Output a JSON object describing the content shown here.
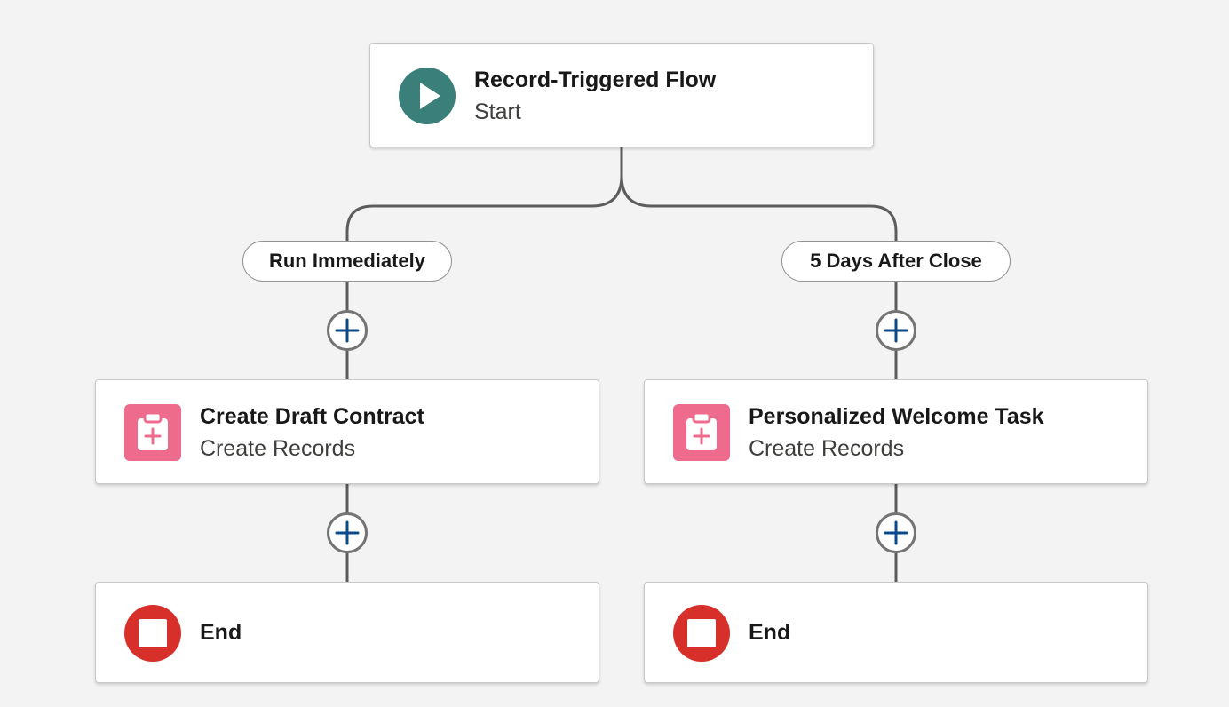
{
  "start": {
    "title": "Record-Triggered Flow",
    "subtitle": "Start",
    "icon": "play-icon",
    "color": "#3b7f7a"
  },
  "branches": [
    {
      "label": "Run Immediately",
      "element": {
        "title": "Create Draft Contract",
        "subtitle": "Create Records",
        "icon": "create-records-icon",
        "color": "#ee6b8e"
      },
      "end": {
        "title": "End",
        "icon": "stop-icon",
        "color": "#d7302b"
      }
    },
    {
      "label": "5 Days After Close",
      "element": {
        "title": "Personalized Welcome Task",
        "subtitle": "Create Records",
        "icon": "create-records-icon",
        "color": "#ee6b8e"
      },
      "end": {
        "title": "End",
        "icon": "stop-icon",
        "color": "#d7302b"
      }
    }
  ],
  "add_button": {
    "icon": "plus-icon",
    "color": "#0b4a8a"
  },
  "connector_color": "#5c5c5c"
}
